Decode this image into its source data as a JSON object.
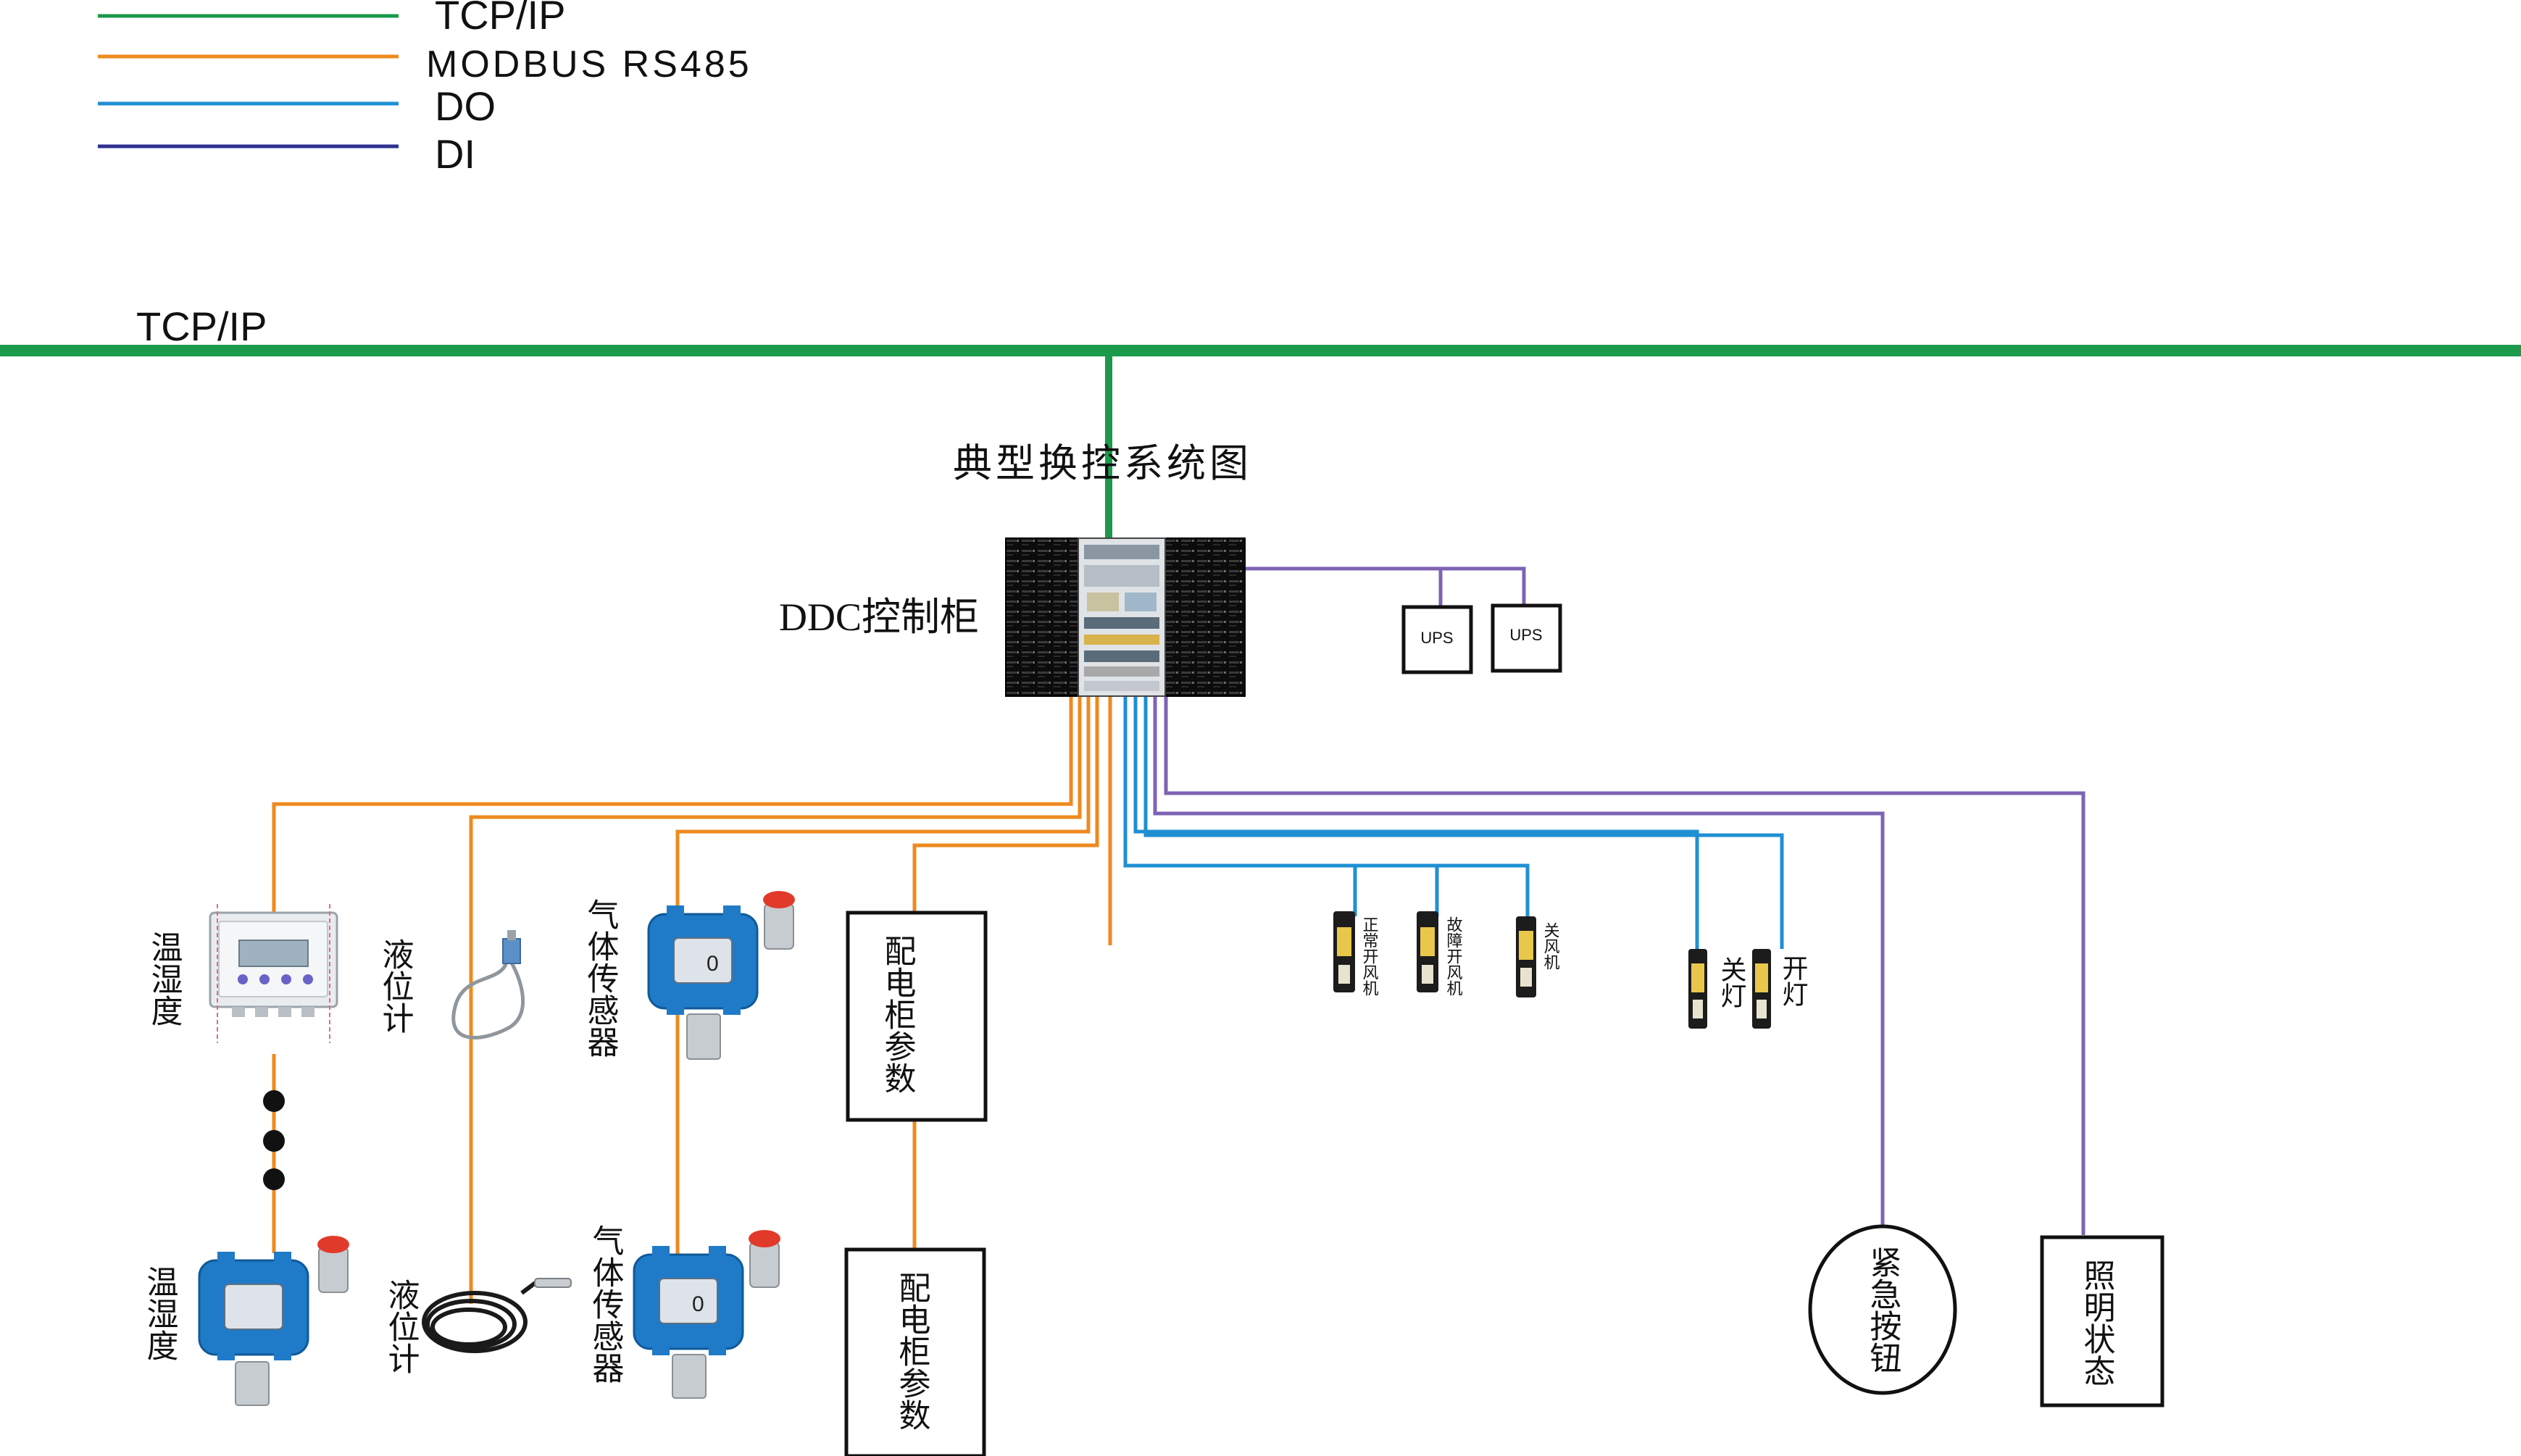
{
  "colors": {
    "tcpip": "#1a9a4a",
    "modbus": "#ee8a1e",
    "do": "#1f8fd3",
    "di": "#7e63b4",
    "device_blue": "#1f7bc8",
    "black": "#111111"
  },
  "legend": [
    {
      "label": "TCP/IP",
      "line": "tcpip"
    },
    {
      "label": "MODBUS RS485",
      "line": "modbus"
    },
    {
      "label": "DO",
      "line": "do"
    },
    {
      "label": "DI",
      "line": "di"
    }
  ],
  "bus_label": "TCP/IP",
  "diagram_title": "典型换控系统图",
  "cabinet_label": "DDC控制柜",
  "ups": [
    "UPS",
    "UPS"
  ],
  "sensors": {
    "temp_humidity_top": "温湿度",
    "temp_humidity_bottom": "温湿度",
    "level_top": "液位计",
    "level_bottom": "液位计",
    "gas_top": "气体传感器",
    "gas_bottom": "气体传感器",
    "power_cabinet_top": "配电柜参数",
    "power_cabinet_bottom": "配电柜参数"
  },
  "relays": {
    "fan_normal": "正常开风机",
    "fan_fault": "故障开风机",
    "fan_off": "关风机",
    "light_off": "关灯",
    "light_on": "开灯"
  },
  "di_boxes": {
    "emergency_button": "紧急按钮",
    "lighting_status": "照明状态"
  },
  "gas_display_value": "0",
  "icons": [
    "ddc-cabinet-icon",
    "ups-box-icon",
    "temp-humidity-controller-icon",
    "gas-detector-icon",
    "level-probe-icon",
    "coiled-level-probe-icon",
    "relay-icon",
    "ellipsis-dot-icon"
  ]
}
